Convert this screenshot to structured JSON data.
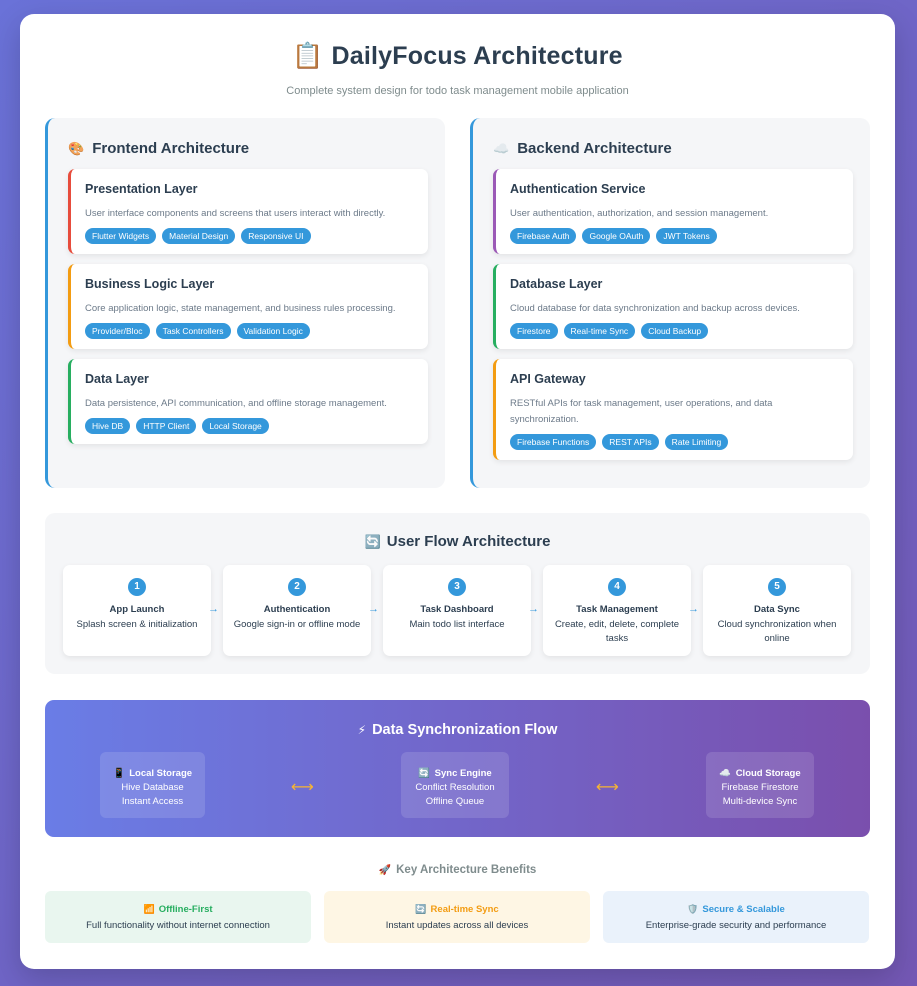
{
  "header": {
    "emoji": "📋",
    "title": "DailyFocus Architecture",
    "subtitle": "Complete system design for todo task management mobile application"
  },
  "frontend": {
    "emoji": "🎨",
    "title": "Frontend Architecture",
    "layers": [
      {
        "title": "Presentation Layer",
        "desc": "User interface components and screens that users interact with directly.",
        "tags": [
          "Flutter Widgets",
          "Material Design",
          "Responsive UI"
        ],
        "accent": "#e74c3c"
      },
      {
        "title": "Business Logic Layer",
        "desc": "Core application logic, state management, and business rules processing.",
        "tags": [
          "Provider/Bloc",
          "Task Controllers",
          "Validation Logic"
        ],
        "accent": "#f39c12"
      },
      {
        "title": "Data Layer",
        "desc": "Data persistence, API communication, and offline storage management.",
        "tags": [
          "Hive DB",
          "HTTP Client",
          "Local Storage"
        ],
        "accent": "#27ae60"
      }
    ]
  },
  "backend": {
    "emoji": "☁️",
    "title": "Backend Architecture",
    "layers": [
      {
        "title": "Authentication Service",
        "desc": "User authentication, authorization, and session management.",
        "tags": [
          "Firebase Auth",
          "Google OAuth",
          "JWT Tokens"
        ],
        "accent": "#9b59b6"
      },
      {
        "title": "Database Layer",
        "desc": "Cloud database for data synchronization and backup across devices.",
        "tags": [
          "Firestore",
          "Real-time Sync",
          "Cloud Backup"
        ],
        "accent": "#27ae60"
      },
      {
        "title": "API Gateway",
        "desc": "RESTful APIs for task management, user operations, and data synchronization.",
        "tags": [
          "Firebase Functions",
          "REST APIs",
          "Rate Limiting"
        ],
        "accent": "#f39c12"
      }
    ]
  },
  "user_flow": {
    "emoji": "🔄",
    "title": "User Flow Architecture",
    "arrow": "→",
    "steps": [
      {
        "num": "1",
        "title": "App Launch",
        "desc": "Splash screen & initialization"
      },
      {
        "num": "2",
        "title": "Authentication",
        "desc": "Google sign-in or offline mode"
      },
      {
        "num": "3",
        "title": "Task Dashboard",
        "desc": "Main todo list interface"
      },
      {
        "num": "4",
        "title": "Task Management",
        "desc": "Create, edit, delete, complete tasks"
      },
      {
        "num": "5",
        "title": "Data Sync",
        "desc": "Cloud synchronization when online"
      }
    ]
  },
  "data_sync": {
    "emoji": "⚡",
    "title": "Data Synchronization Flow",
    "arrow": "⟷",
    "boxes": [
      {
        "emoji": "📱",
        "name": "Local Storage",
        "lines": [
          "Hive Database",
          "Instant Access"
        ]
      },
      {
        "emoji": "🔄",
        "name": "Sync Engine",
        "lines": [
          "Conflict Resolution",
          "Offline Queue"
        ]
      },
      {
        "emoji": "☁️",
        "name": "Cloud Storage",
        "lines": [
          "Firebase Firestore",
          "Multi-device Sync"
        ]
      }
    ]
  },
  "benefits": {
    "emoji": "🚀",
    "title": "Key Architecture Benefits",
    "items": [
      {
        "emoji": "📶",
        "title": "Offline-First",
        "desc": "Full functionality without internet connection",
        "color": "#27ae60",
        "bg": "#e9f6ef"
      },
      {
        "emoji": "🔄",
        "title": "Real-time Sync",
        "desc": "Instant updates across all devices",
        "color": "#f39c12",
        "bg": "#fef6e4"
      },
      {
        "emoji": "🛡️",
        "title": "Secure & Scalable",
        "desc": "Enterprise-grade security and performance",
        "color": "#3498db",
        "bg": "#eaf2fb"
      }
    ]
  }
}
